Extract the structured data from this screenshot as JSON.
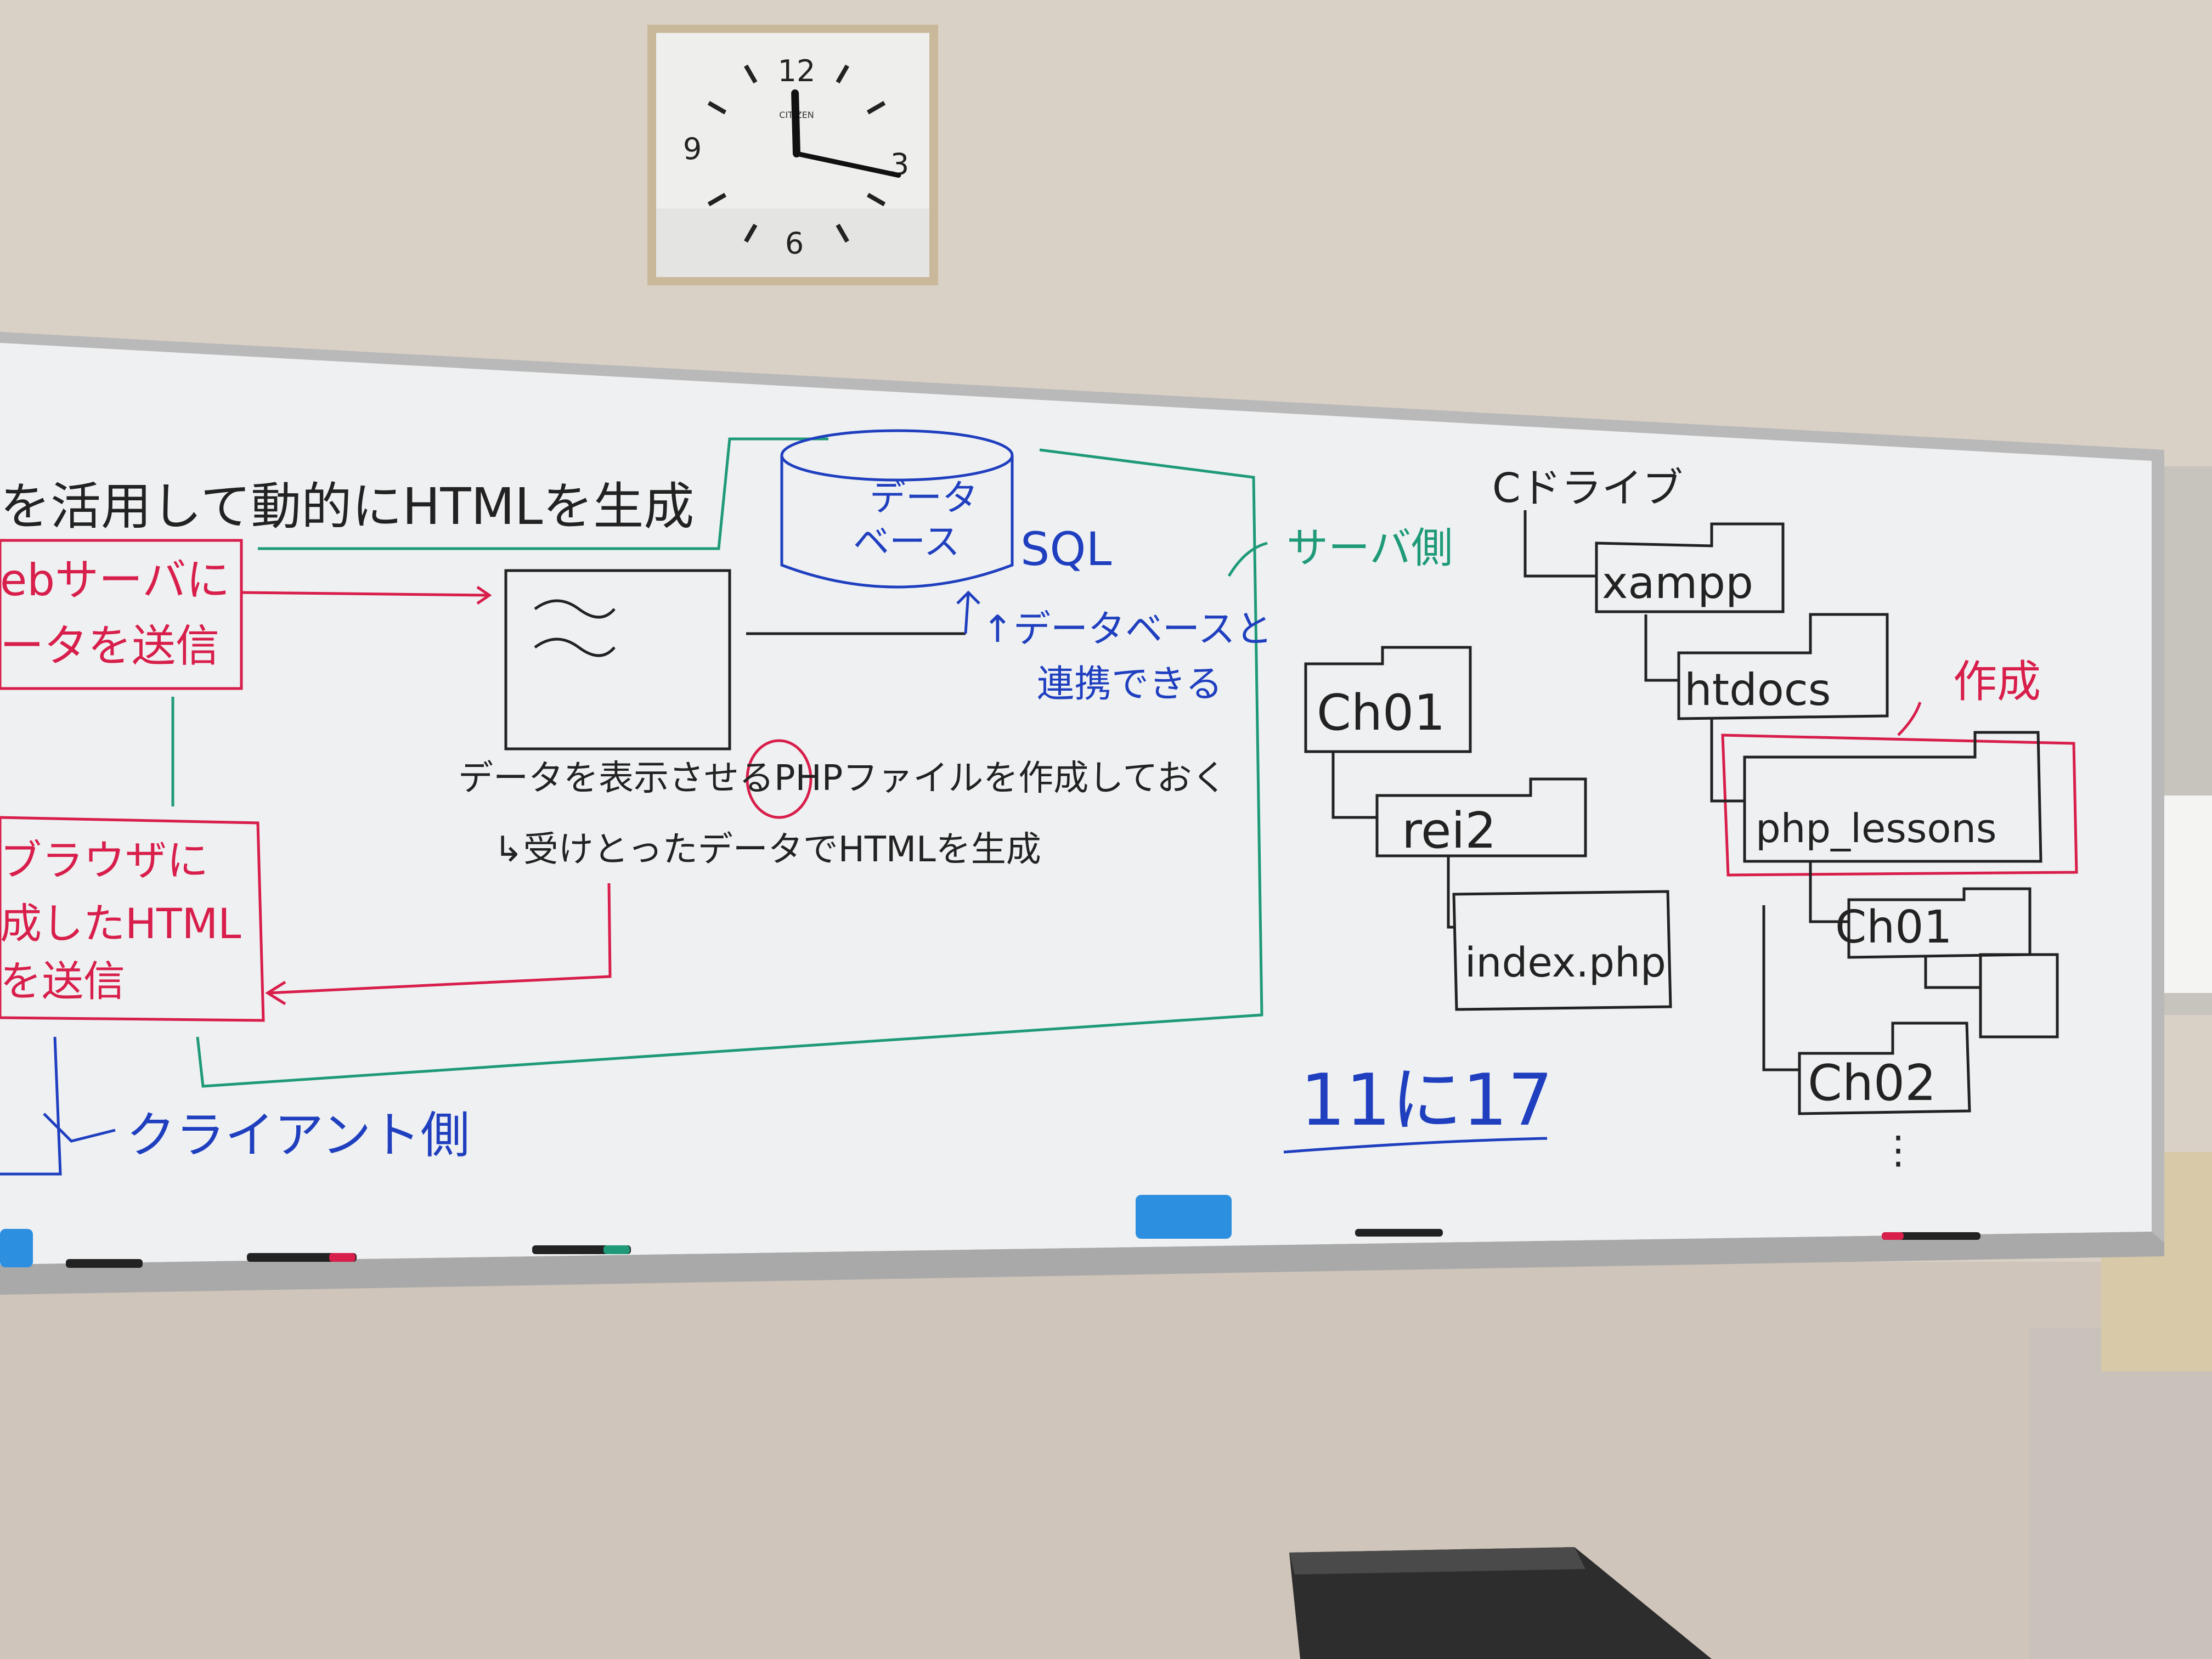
{
  "clock": {
    "brand": "CITIZEN",
    "numerals": [
      "12",
      "3",
      "6",
      "9"
    ],
    "hands": {
      "hour": 11.95,
      "minute": 17
    }
  },
  "board": {
    "heading": "を活用して動的にHTMLを生成",
    "web_server_box": [
      "ebサーバに",
      "ータを送信"
    ],
    "browser_box": [
      "ブラウザに",
      "成したHTML",
      "を送信"
    ],
    "php_note": [
      "データを表示させるPHPファイルを作成しておく",
      "↳受けとったデータでHTMLを生成"
    ],
    "php_circled": "PHP",
    "database": {
      "label": [
        "データ",
        "ベース"
      ],
      "sql": "SQL"
    },
    "db_link_note": [
      "↑データベースと",
      "連携できる"
    ],
    "server_side_label": "サーバ側",
    "client_side_label": "クライアント側",
    "date": "11に17",
    "left_tree": [
      "Ch01",
      "rei2",
      "index.php"
    ],
    "c_drive": {
      "title": "Cドライブ",
      "folders": [
        "xampp",
        "htdocs",
        "php_lessons",
        "Ch01",
        "Ch02"
      ],
      "ellipsis": "⋮"
    },
    "created_label": "作成"
  },
  "colors": {
    "wall": "#d9d0c6",
    "board": "#eef0f2",
    "frame": "#b8b8b8",
    "marker_black": "#222222",
    "marker_red": "#d81e4a",
    "marker_blue": "#1f3fbf",
    "marker_green": "#1f9a78",
    "eraser": "#2d8fe0"
  }
}
